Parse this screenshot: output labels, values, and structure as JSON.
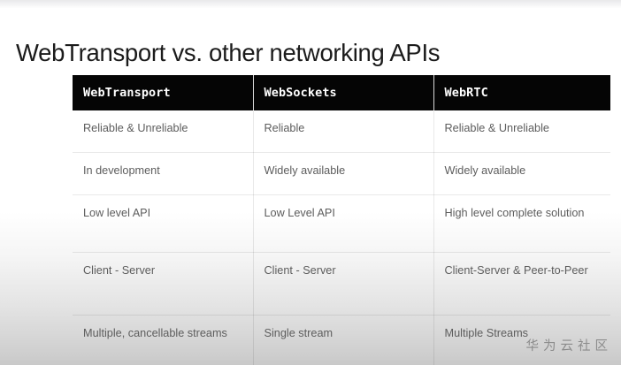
{
  "slide": {
    "title": "WebTransport vs. other networking APIs",
    "background_top_color": "#ffffff",
    "background_bottom_color": "#c9c9c9"
  },
  "table": {
    "header_background": "#050505",
    "header_text_color": "#ffffff",
    "body_text_color": "#5d5d5d",
    "columns": [
      "WebTransport",
      "WebSockets",
      "WebRTC"
    ],
    "rows": [
      {
        "webtransport": "Reliable & Unreliable",
        "websockets": "Reliable",
        "webrtc": "Reliable & Unreliable"
      },
      {
        "webtransport": "In development",
        "websockets": "Widely available",
        "webrtc": "Widely available"
      },
      {
        "webtransport": "Low level API",
        "websockets": "Low Level API",
        "webrtc": "High level complete solution"
      },
      {
        "webtransport": "Client - Server",
        "websockets": "Client - Server",
        "webrtc": "Client-Server & Peer-to-Peer"
      },
      {
        "webtransport": "Multiple, cancellable streams",
        "websockets": "Single stream",
        "webrtc": "Multiple Streams"
      }
    ]
  },
  "watermark": {
    "text": "华为云社区"
  }
}
